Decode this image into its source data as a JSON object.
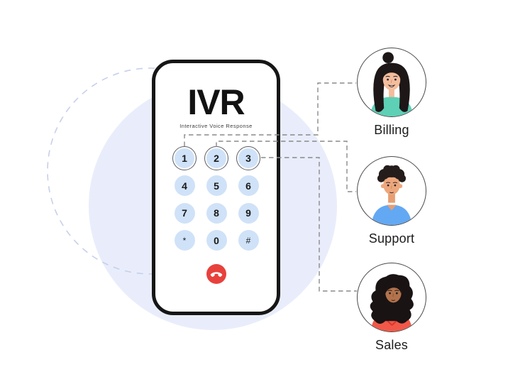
{
  "phone": {
    "title": "IVR",
    "subtitle": "Interactive Voice Response",
    "keys": [
      "1",
      "2",
      "3",
      "4",
      "5",
      "6",
      "7",
      "8",
      "9",
      "*",
      "0",
      "#"
    ],
    "end_call_icon": "end-call-handset",
    "colors": {
      "frame": "#161616",
      "key_fill": "#cfe2f8",
      "end_call": "#e8413c"
    }
  },
  "departments": [
    {
      "label": "Billing",
      "connected_key": "1",
      "shirt_color": "#5ed0b5"
    },
    {
      "label": "Support",
      "connected_key": "2",
      "shirt_color": "#63a8f3"
    },
    {
      "label": "Sales",
      "connected_key": "3",
      "shirt_color": "#f25848"
    }
  ],
  "background": {
    "fill_circle": "#e9edfb",
    "dashed_circle": "#c7d0ea",
    "connector": "#8a8a8a"
  }
}
